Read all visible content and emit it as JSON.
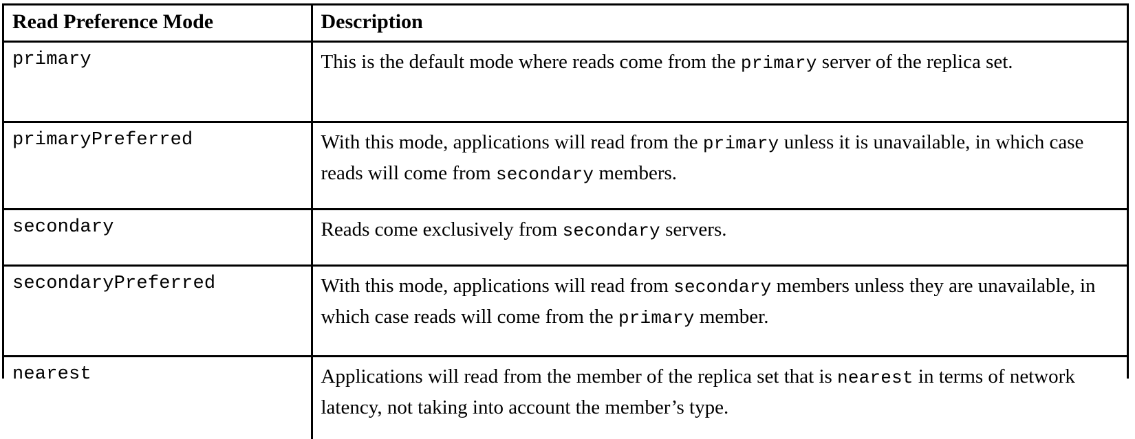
{
  "table": {
    "caption_present": false,
    "columns": [
      {
        "key": "mode",
        "header": "Read Preference Mode"
      },
      {
        "key": "description",
        "header": "Description"
      }
    ],
    "rows": [
      {
        "mode": "primary",
        "description_parts": [
          {
            "type": "text",
            "value": "This is the default mode where reads come from the "
          },
          {
            "type": "code",
            "value": "primary"
          },
          {
            "type": "text",
            "value": " server of the replica set."
          }
        ],
        "description_plain": "This is the default mode where reads come from the primary server of the replica set."
      },
      {
        "mode": "primaryPreferred",
        "description_parts": [
          {
            "type": "text",
            "value": "With this mode, applications will read from the "
          },
          {
            "type": "code",
            "value": "primary"
          },
          {
            "type": "text",
            "value": " unless it is unavailable, in which case reads will come from "
          },
          {
            "type": "code",
            "value": "secondary"
          },
          {
            "type": "text",
            "value": " members."
          }
        ],
        "description_plain": "With this mode, applications will read from the primary unless it is unavailable, in which case reads will come from secondary members."
      },
      {
        "mode": "secondary",
        "description_parts": [
          {
            "type": "text",
            "value": "Reads come exclusively from "
          },
          {
            "type": "code",
            "value": "secondary"
          },
          {
            "type": "text",
            "value": " servers."
          }
        ],
        "description_plain": "Reads come exclusively from secondary servers."
      },
      {
        "mode": "secondaryPreferred",
        "description_parts": [
          {
            "type": "text",
            "value": "With this mode, applications will read from "
          },
          {
            "type": "code",
            "value": "secondary"
          },
          {
            "type": "text",
            "value": " members unless they are unavailable, in which case reads will come from the "
          },
          {
            "type": "code",
            "value": "primary"
          },
          {
            "type": "text",
            "value": " member."
          }
        ],
        "description_plain": "With this mode, applications will read from secondary members unless they are unavailable, in which case reads will come from the primary member."
      },
      {
        "mode": "nearest",
        "description_parts": [
          {
            "type": "text",
            "value": "Applications will read from the member of the replica set that is "
          },
          {
            "type": "code",
            "value": "nearest"
          },
          {
            "type": "text",
            "value": " in terms of network latency, not taking into account the member’s type."
          }
        ],
        "description_plain": "Applications will read from the member of the replica set that is nearest in terms of network latency, not taking into account the member’s type."
      }
    ]
  },
  "colors": {
    "text": "#000000",
    "background": "#ffffff",
    "border": "#000000"
  }
}
